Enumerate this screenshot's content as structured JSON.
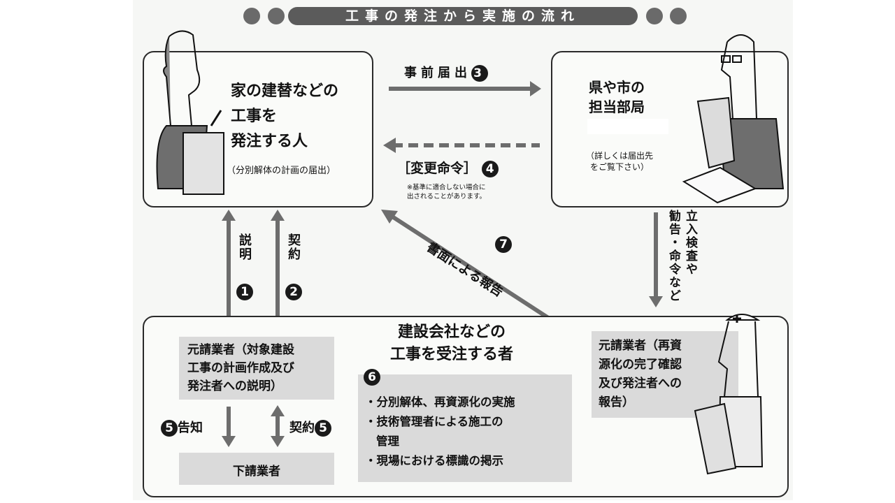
{
  "header": {
    "title": "工事の発注から実施の流れ"
  },
  "client_box": {
    "title_lines": [
      "家の建替などの",
      "工事を",
      "発注する人"
    ],
    "subtitle": "（分別解体の計画の届出）"
  },
  "authority_box": {
    "title_lines": [
      "県や市の",
      "担当部局"
    ],
    "note_lines": [
      "（詳しくは届出先",
      "をご覧下さい）"
    ]
  },
  "arrows": {
    "advance_notice": {
      "label": "事前届出",
      "step": "3"
    },
    "change_order": {
      "label": "［変更命令］",
      "step": "4",
      "note_lines": [
        "※基準に適合しない場合に",
        "出されることがあります。"
      ]
    },
    "explanation": {
      "label": "説明",
      "step": "1"
    },
    "contract_main": {
      "label": "契約",
      "step": "2"
    },
    "written_report": {
      "label": "書面による報告",
      "step": "7"
    },
    "inspection": {
      "label_col1": "立入検査や",
      "label_col2": "勧告・命令など"
    },
    "notification": {
      "label": "告知",
      "step": "5"
    },
    "contract_sub": {
      "label": "契約",
      "step": "5"
    }
  },
  "contractor_box": {
    "title_lines": [
      "建設会社などの",
      "工事を受注する者"
    ],
    "prime_contractor_panel": [
      "元請業者（対象建設",
      "工事の計画作成及び",
      "発注者への説明）"
    ],
    "subcontractor_panel": "下請業者",
    "duties_step": "6",
    "duties": [
      "分別解体、再資源化の実施",
      "技術管理者による施工の",
      "管理",
      "現場における標識の掲示"
    ],
    "completion_panel": [
      "元請業者（再資",
      "源化の完了確認",
      "及び発注者への",
      "報告）"
    ]
  },
  "colors": {
    "arrow": "#6d6d6d",
    "panel": "#dadada",
    "title_bar": "#5b5b5b",
    "number_badge": "#1a1a1a"
  }
}
